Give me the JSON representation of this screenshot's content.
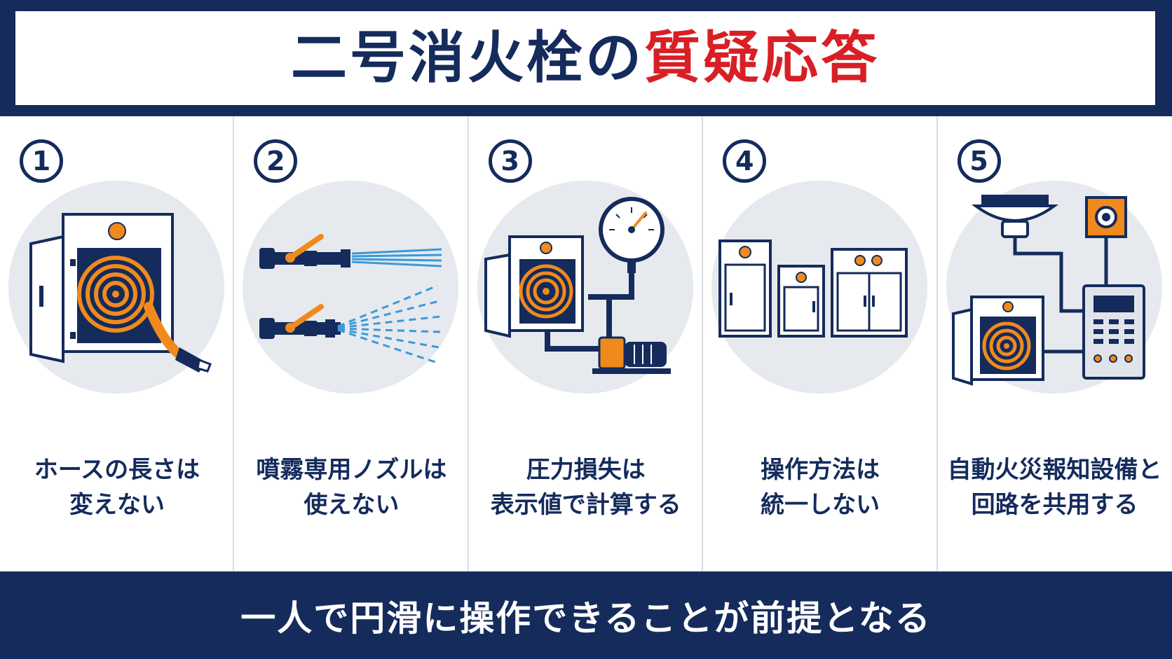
{
  "header": {
    "title_dark": "二号消火栓の",
    "title_red": "質疑応答"
  },
  "panels": [
    {
      "number": "1",
      "caption_line1": "ホースの長さは",
      "caption_line2": "変えない",
      "icon": "hose-cabinet-icon"
    },
    {
      "number": "2",
      "caption_line1": "噴霧専用ノズルは",
      "caption_line2": "使えない",
      "icon": "spray-nozzle-icon"
    },
    {
      "number": "3",
      "caption_line1": "圧力損失は",
      "caption_line2": "表示値で計算する",
      "icon": "pressure-pump-icon"
    },
    {
      "number": "4",
      "caption_line1": "操作方法は",
      "caption_line2": "統一しない",
      "icon": "cabinets-icon"
    },
    {
      "number": "5",
      "caption_line1": "自動火災報知設備と",
      "caption_line2": "回路を共用する",
      "icon": "fire-alarm-icon"
    }
  ],
  "footer": {
    "text": "一人で円滑に操作できることが前提となる"
  },
  "colors": {
    "navy": "#142b5c",
    "red": "#d81f26",
    "orange": "#f08a1c",
    "light_blue": "#3a9ad9",
    "circle_bg": "#e6e9ee"
  }
}
